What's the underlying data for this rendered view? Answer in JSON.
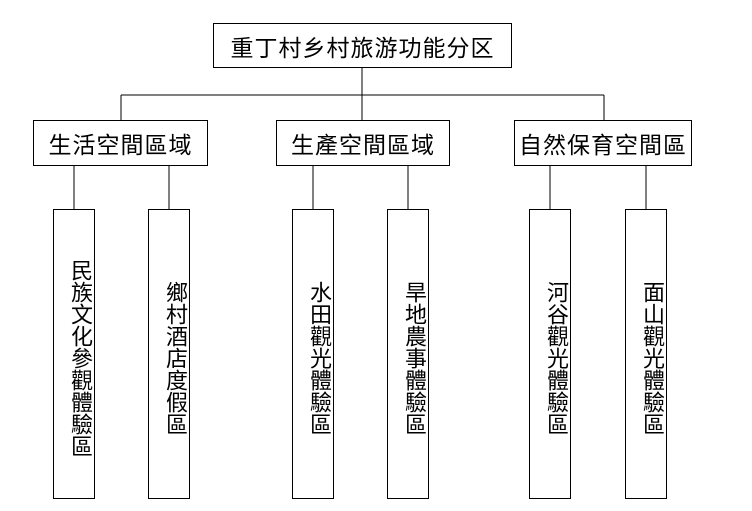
{
  "root": {
    "label": "重丁村乡村旅游功能分区"
  },
  "zones": [
    {
      "label": "生活空間區域",
      "areas": [
        "民族文化參觀體驗區",
        "鄉村酒店度假區"
      ]
    },
    {
      "label": "生產空間區域",
      "areas": [
        "水田觀光體驗區",
        "旱地農事體驗區"
      ]
    },
    {
      "label": "自然保育空間區",
      "areas": [
        "河谷觀光體驗區",
        "面山觀光體驗區"
      ]
    }
  ]
}
